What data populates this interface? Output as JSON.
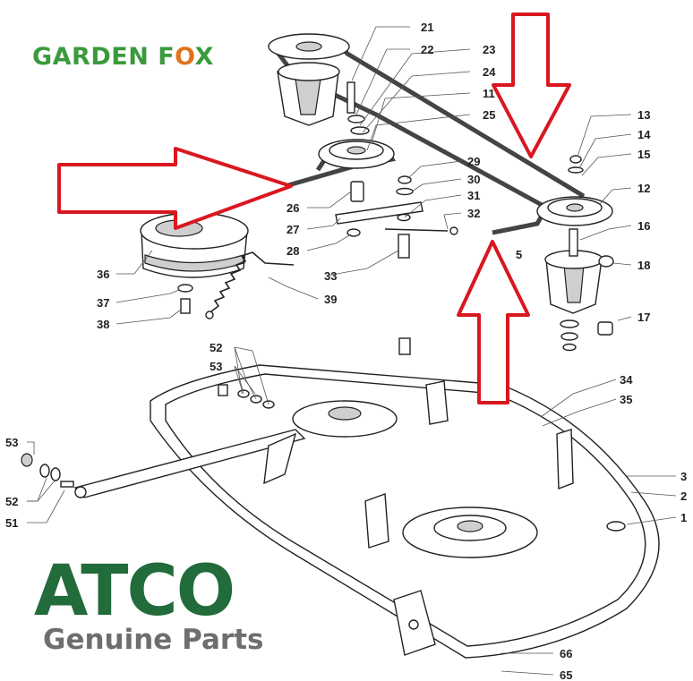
{
  "brand": {
    "garden_part1": "GARDEN F",
    "garden_part2": "X",
    "atco": "ATCO",
    "genuine": "Genuine Parts",
    "green": "#3a9a3c",
    "orange": "#e0741c",
    "atco_green": "#226b3a",
    "arrow_red": "#d9171f"
  },
  "callouts": [
    {
      "id": "21",
      "text": "21"
    },
    {
      "id": "22",
      "text": "22"
    },
    {
      "id": "23",
      "text": "23"
    },
    {
      "id": "24",
      "text": "24"
    },
    {
      "id": "11",
      "text": "11"
    },
    {
      "id": "25",
      "text": "25"
    },
    {
      "id": "13",
      "text": "13"
    },
    {
      "id": "14",
      "text": "14"
    },
    {
      "id": "15",
      "text": "15"
    },
    {
      "id": "29",
      "text": "29"
    },
    {
      "id": "30",
      "text": "30"
    },
    {
      "id": "12",
      "text": "12"
    },
    {
      "id": "26",
      "text": "26"
    },
    {
      "id": "31",
      "text": "31"
    },
    {
      "id": "32",
      "text": "32"
    },
    {
      "id": "16",
      "text": "16"
    },
    {
      "id": "27",
      "text": "27"
    },
    {
      "id": "5",
      "text": "5"
    },
    {
      "id": "28",
      "text": "28"
    },
    {
      "id": "18",
      "text": "18"
    },
    {
      "id": "36",
      "text": "36"
    },
    {
      "id": "33",
      "text": "33"
    },
    {
      "id": "39",
      "text": "39"
    },
    {
      "id": "37",
      "text": "37"
    },
    {
      "id": "17",
      "text": "17"
    },
    {
      "id": "38",
      "text": "38"
    },
    {
      "id": "52a",
      "text": "52"
    },
    {
      "id": "53a",
      "text": "53"
    },
    {
      "id": "34",
      "text": "34"
    },
    {
      "id": "35",
      "text": "35"
    },
    {
      "id": "53b",
      "text": "53"
    },
    {
      "id": "3",
      "text": "3"
    },
    {
      "id": "52b",
      "text": "52"
    },
    {
      "id": "2",
      "text": "2"
    },
    {
      "id": "51",
      "text": "51"
    },
    {
      "id": "1",
      "text": "1"
    },
    {
      "id": "66",
      "text": "66"
    },
    {
      "id": "65",
      "text": "65"
    }
  ]
}
